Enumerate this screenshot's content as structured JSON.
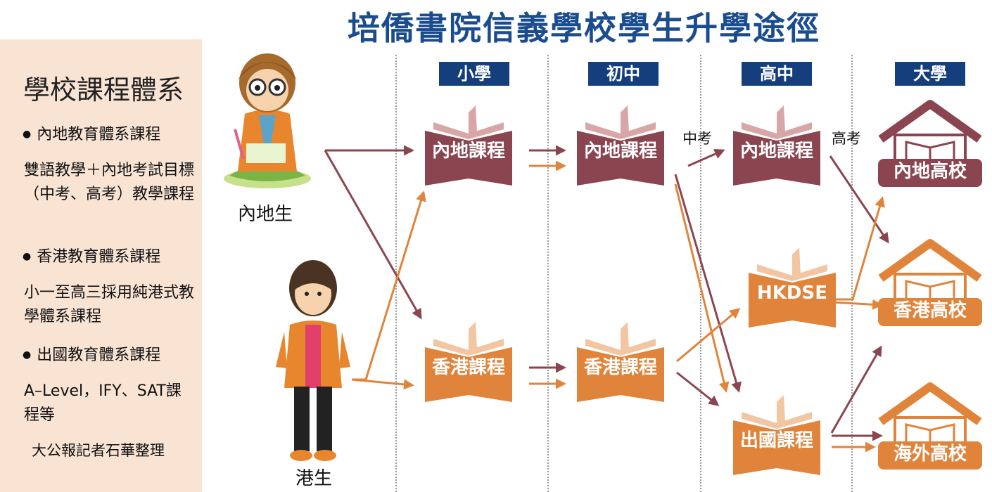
{
  "title": "培僑書院信義學校學生升學途徑",
  "sidebar": {
    "heading": "學校課程體系",
    "items": [
      {
        "label": "內地教育體系課程",
        "desc": "雙語教學＋內地考試目標（中考、高考）教學課程"
      },
      {
        "label": "香港教育體系課程",
        "desc": "小一至高三採用純港式教學體系課程"
      },
      {
        "label": "出國教育體系課程",
        "desc": "A–Level，IFY、SAT課程等"
      }
    ],
    "credit": "大公報記者石華整理"
  },
  "stages": [
    "小學",
    "初中",
    "高中",
    "大學"
  ],
  "students": {
    "mainland": "內地生",
    "hongkong": "港生"
  },
  "books": {
    "primary_mainland": "內地課程",
    "junior_mainland": "內地課程",
    "senior_mainland": "內地課程",
    "primary_hk": "香港課程",
    "junior_hk": "香港課程",
    "senior_hk": "HKDSE",
    "overseas": "出國課程"
  },
  "exams": {
    "zhongkao": "中考",
    "gaokao": "高考"
  },
  "universities": {
    "mainland": "內地高校",
    "hongkong": "香港高校",
    "overseas": "海外高校"
  },
  "colors": {
    "mainland": "#8b4550",
    "hongkong": "#e0843c",
    "stage": "#153f7c",
    "title": "#1b4d8e",
    "sidebar_bg": "#f9e4d4"
  }
}
